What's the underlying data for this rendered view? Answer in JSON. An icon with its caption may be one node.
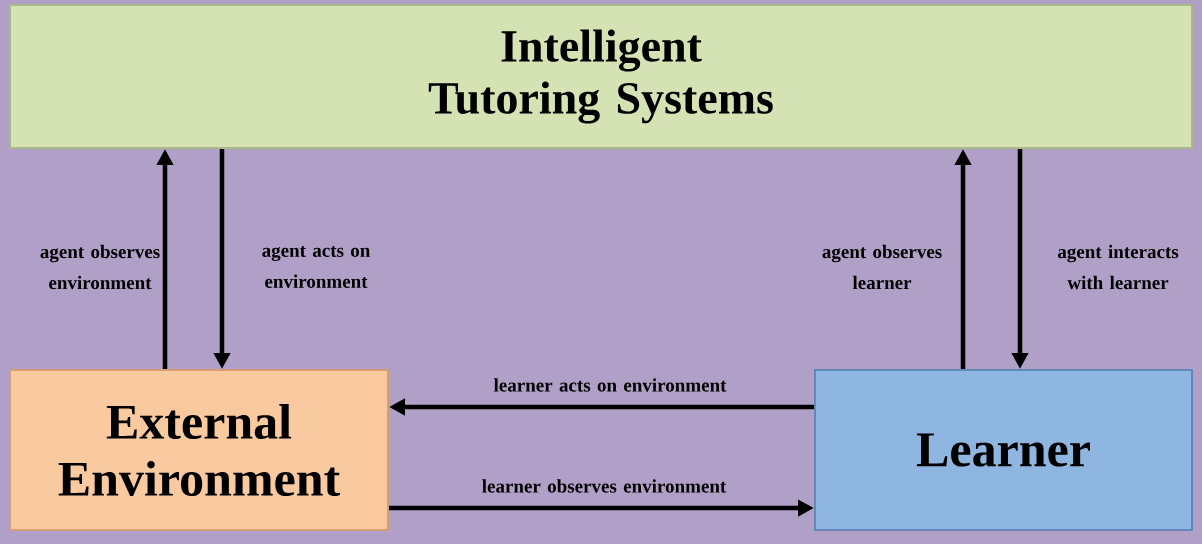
{
  "diagram": {
    "nodes": [
      {
        "text": [
          "Intelligent Tutoring Systems"
        ]
      },
      {
        "text": [
          "External Environment"
        ]
      },
      {
        "text": [
          "Learner"
        ]
      }
    ],
    "edges": [
      {
        "from": 1,
        "to": 0,
        "arrow": "to",
        "label": "agent observes environment"
      },
      {
        "from": 0,
        "to": 1,
        "arrow": "to",
        "label": "agent acts on environment"
      },
      {
        "from": 2,
        "to": 0,
        "arrow": "to",
        "label": "agent observes learner"
      },
      {
        "from": 0,
        "to": 2,
        "arrow": "to",
        "label": "agent interacts with learner"
      },
      {
        "from": 2,
        "to": 1,
        "arrow": "to",
        "label": "learner acts on environment"
      },
      {
        "from": 1,
        "to": 2,
        "arrow": "to",
        "label": "learner observes environment"
      }
    ]
  }
}
